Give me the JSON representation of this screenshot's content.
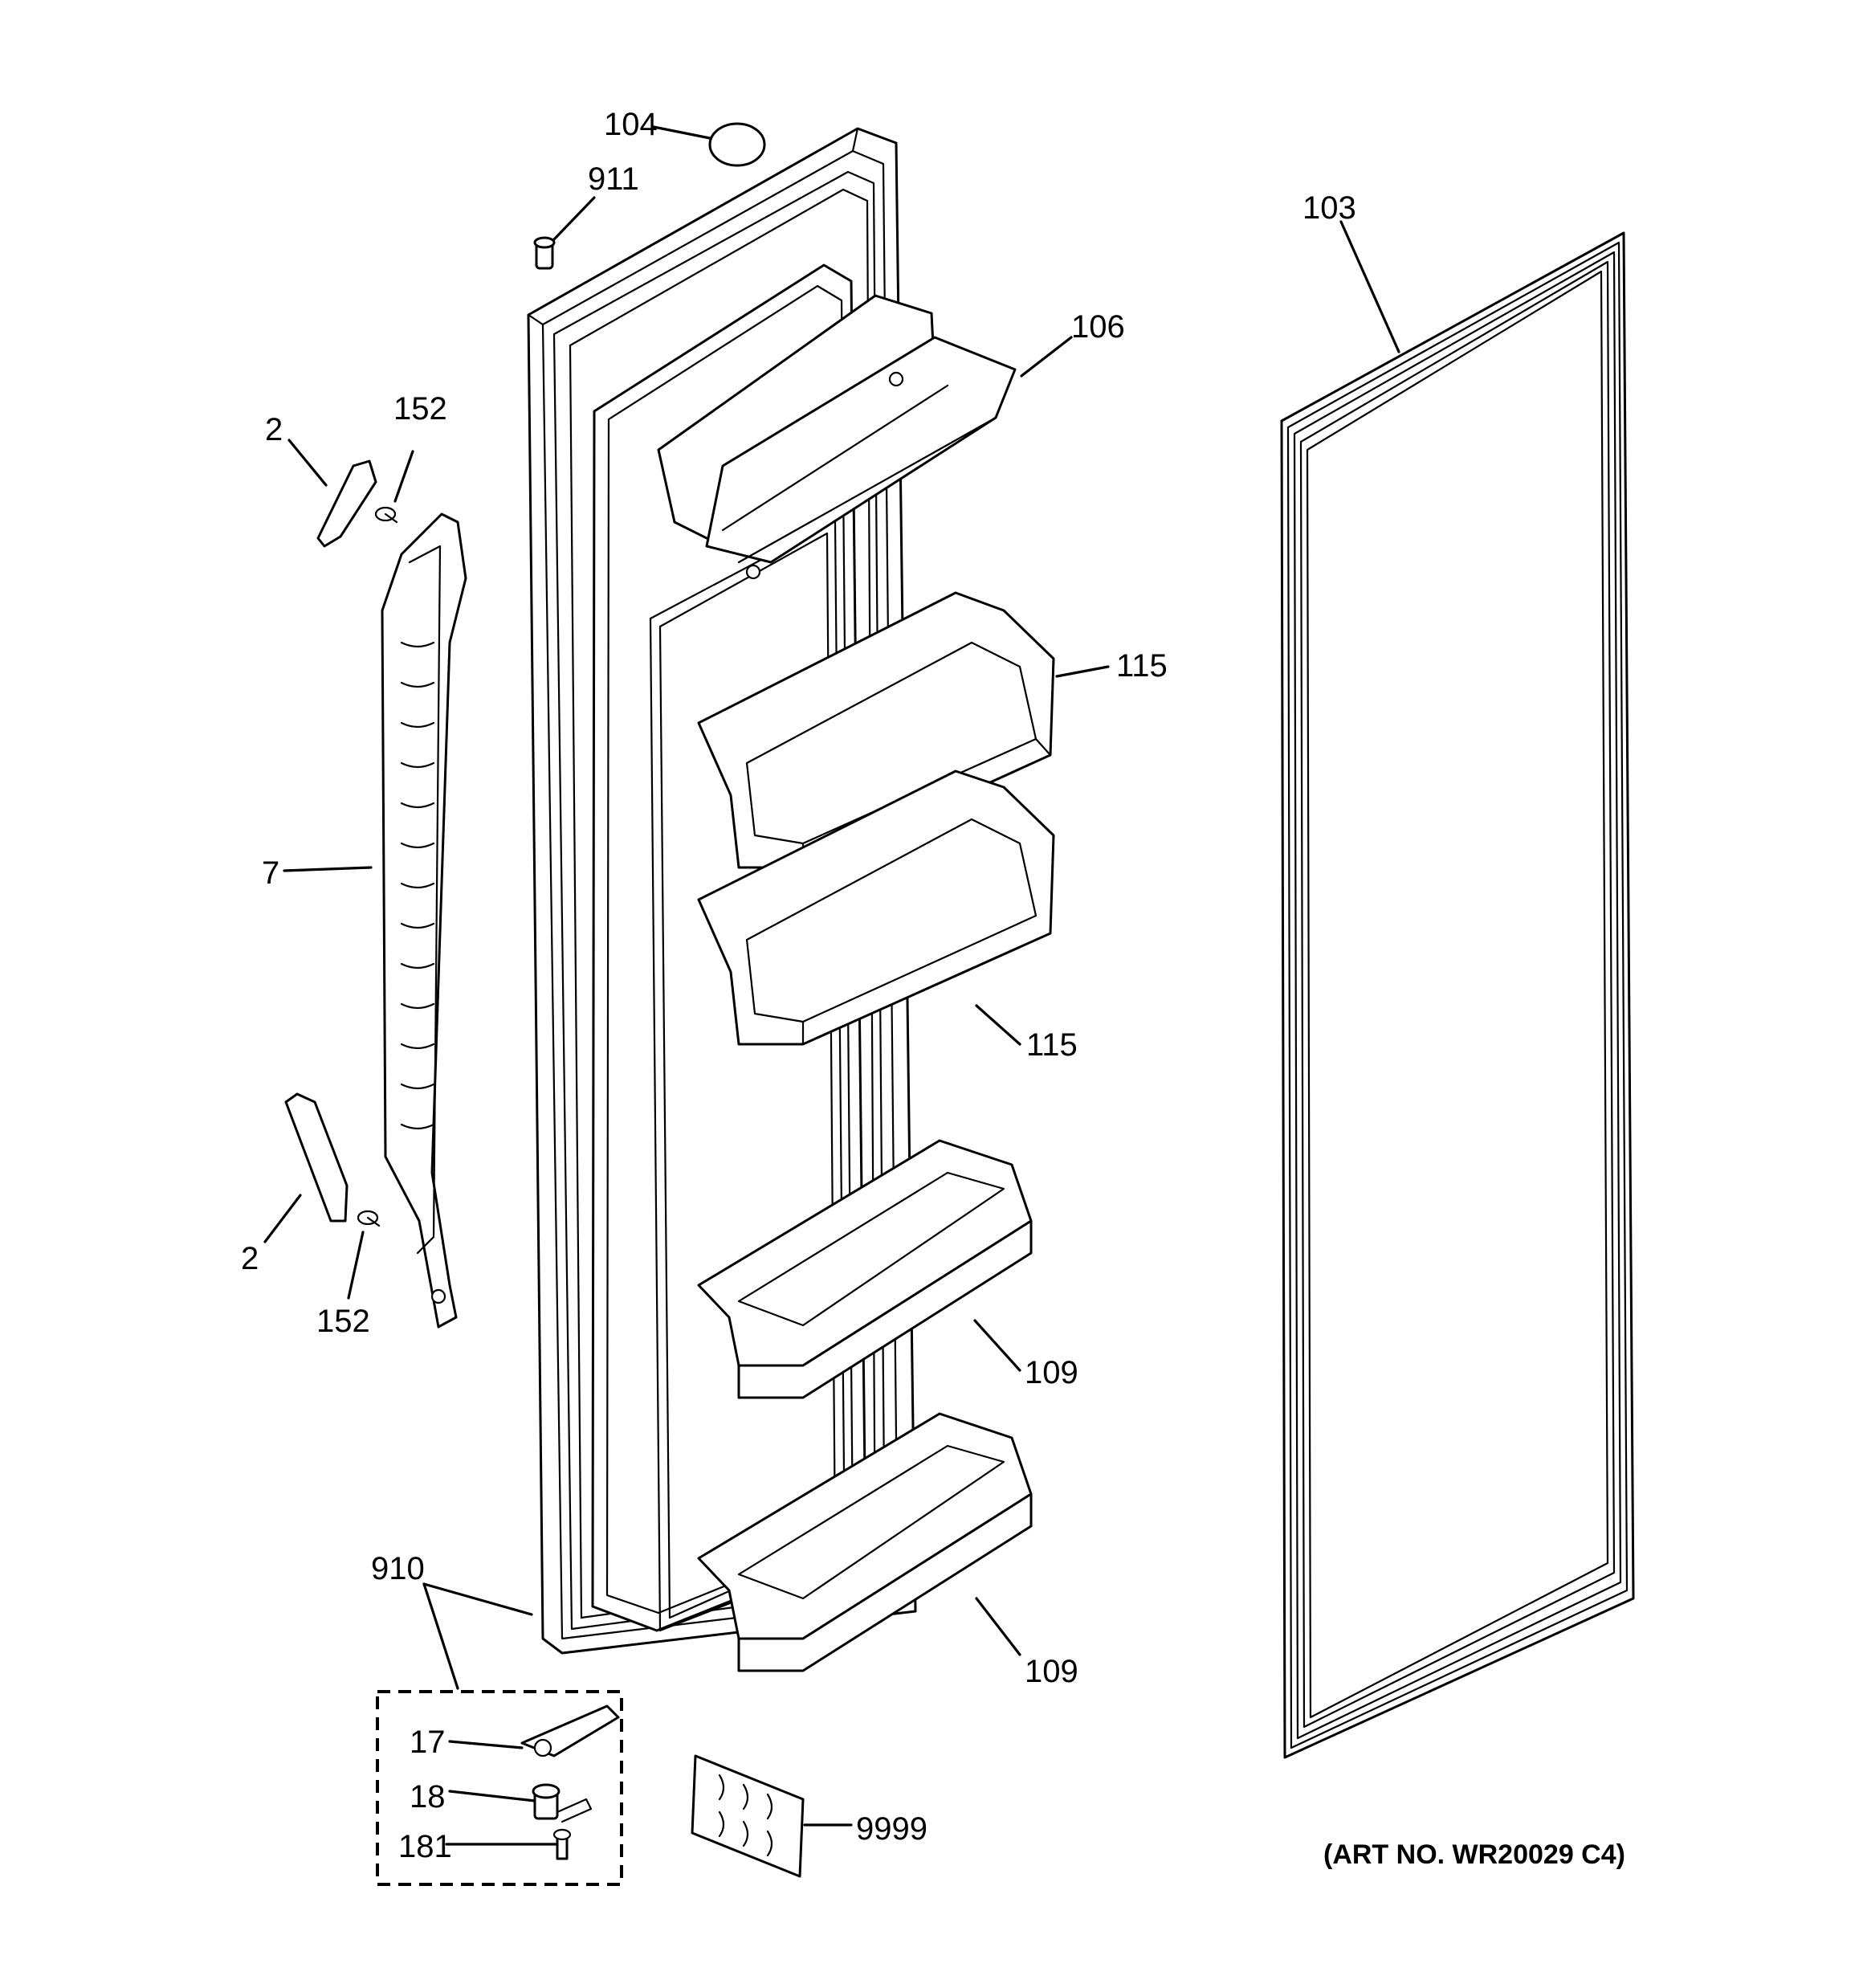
{
  "diagram": {
    "callouts": {
      "c104": "104",
      "c911": "911",
      "c103": "103",
      "c106": "106",
      "c152_top": "152",
      "c2_top": "2",
      "c115_upper": "115",
      "c7": "7",
      "c115_lower": "115",
      "c2_bottom": "2",
      "c152_bottom": "152",
      "c109_upper": "109",
      "c910": "910",
      "c109_lower": "109",
      "c17": "17",
      "c18": "18",
      "c181": "181",
      "c9999": "9999"
    },
    "art_number": "(ART NO. WR20029 C4)"
  }
}
